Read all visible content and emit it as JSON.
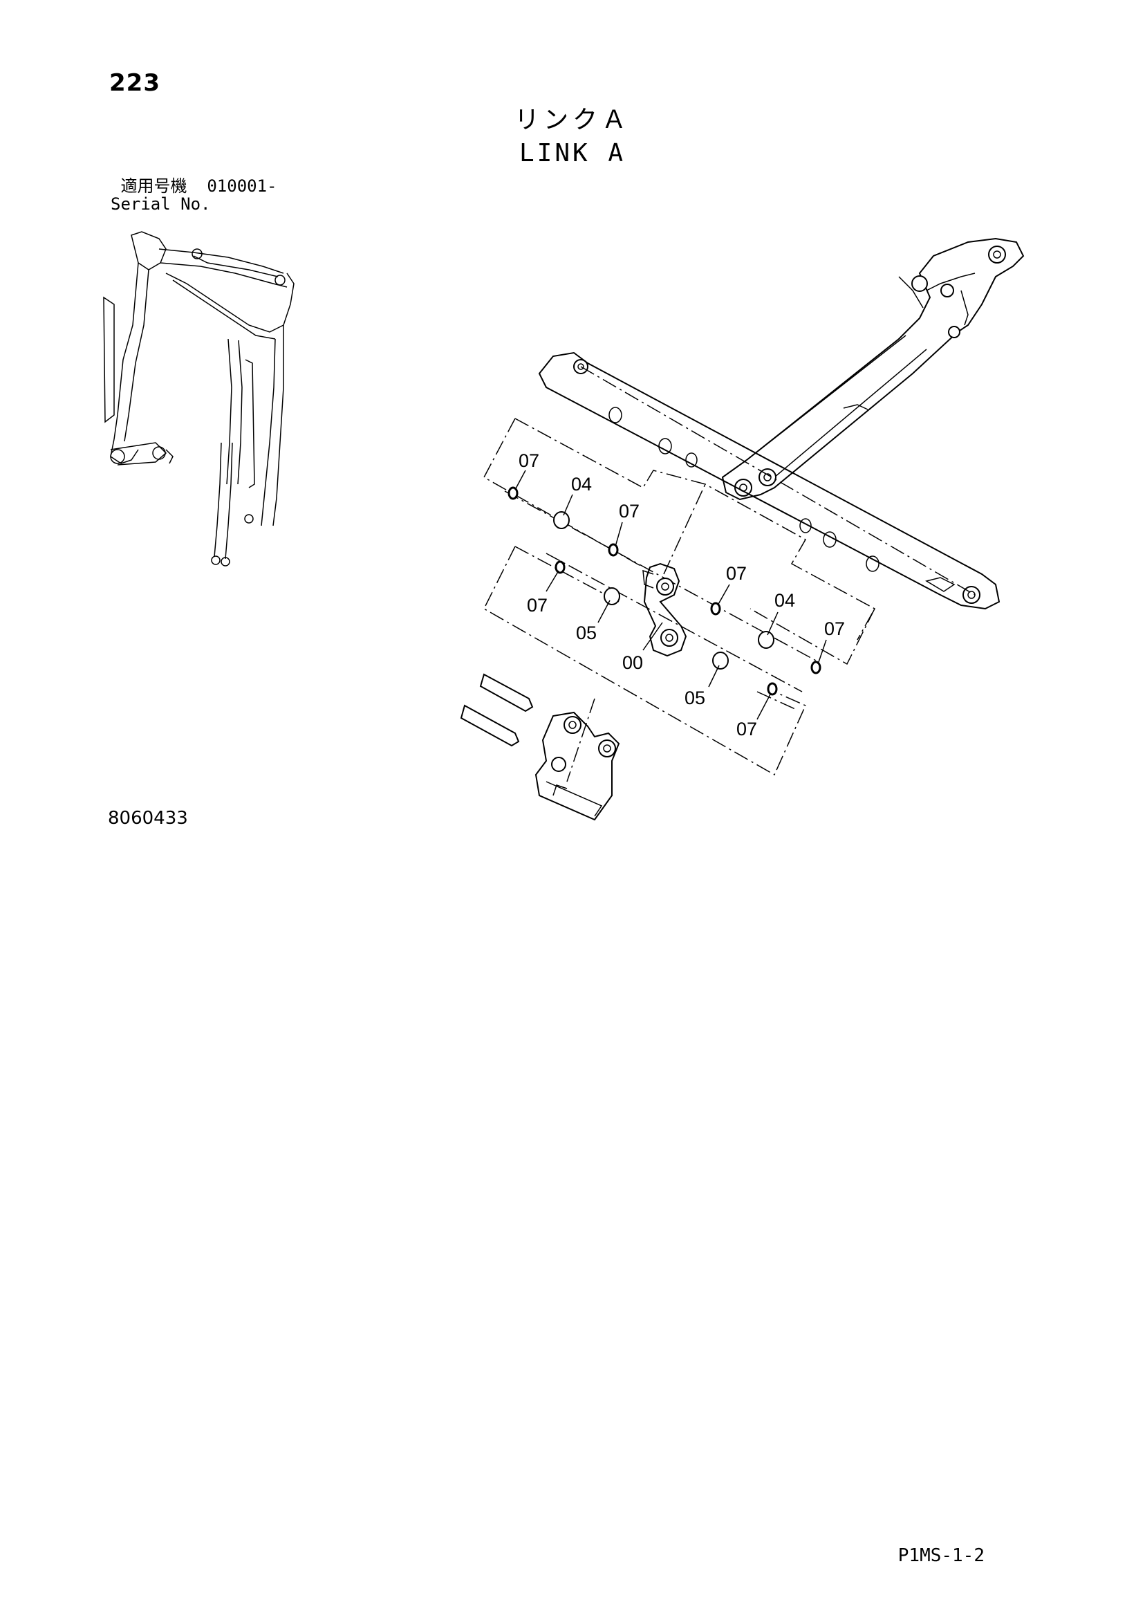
{
  "page_number": "223",
  "title": {
    "japanese": "リンクＡ",
    "english": "LINK A"
  },
  "serial": {
    "jp_label": "適用号機",
    "value": "010001-",
    "en_label": "Serial No."
  },
  "diagram_code": "8060433",
  "page_code": "P1MS-1-2",
  "callouts": [
    "07",
    "04",
    "07",
    "07",
    "05",
    "00",
    "07",
    "04",
    "07",
    "05",
    "07"
  ]
}
